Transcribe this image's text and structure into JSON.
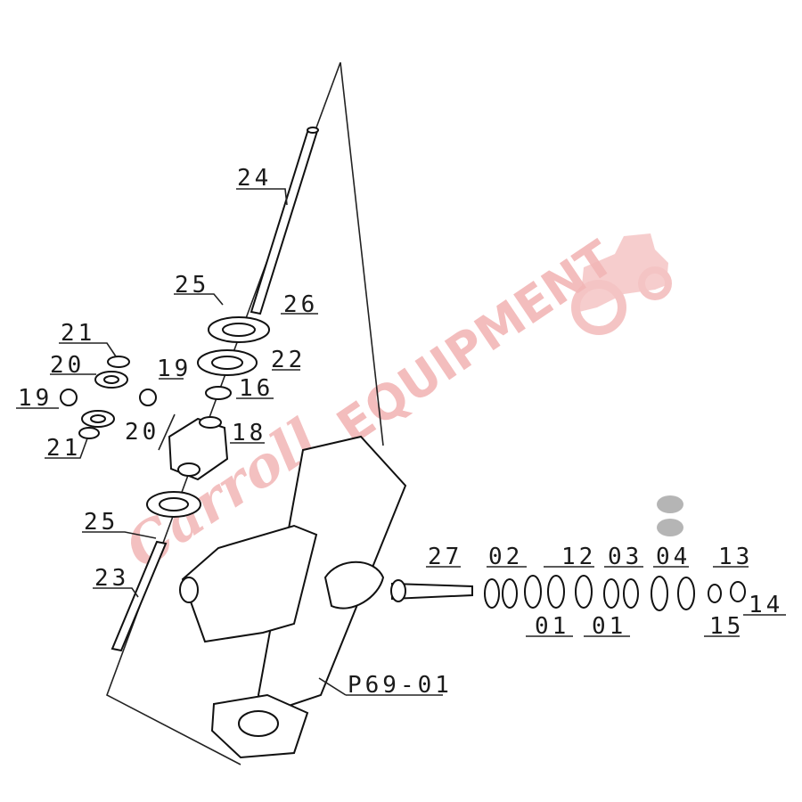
{
  "diagram": {
    "assembly_label": "P69-01",
    "watermark_text": "EQUIPMENT",
    "watermark_script": "Carroll",
    "part_labels": [
      "24",
      "25",
      "26",
      "22",
      "21",
      "20",
      "19",
      "16",
      "19",
      "18",
      "20",
      "21",
      "25",
      "23",
      "27",
      "02",
      "12",
      "03",
      "04",
      "13",
      "14",
      "01",
      "01",
      "15"
    ]
  }
}
